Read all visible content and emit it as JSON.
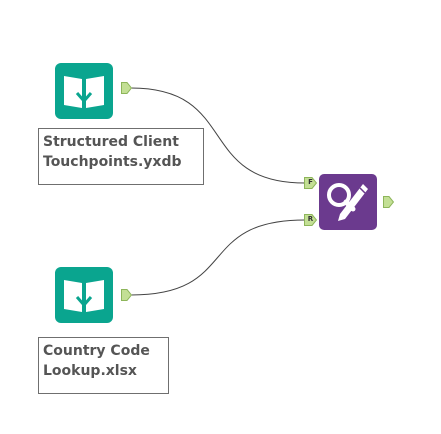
{
  "workflow": {
    "input_1": {
      "tool_icon": "input-data-book-icon",
      "annotation_line1": "Structured Client",
      "annotation_line2": "Touchpoints.yxdb"
    },
    "input_2": {
      "tool_icon": "input-data-book-icon",
      "annotation_line1": "Country Code",
      "annotation_line2": "Lookup.xlsx"
    },
    "find_replace": {
      "tool_icon": "find-replace-tool-icon",
      "input_anchor_f": "F",
      "input_anchor_r": "R"
    }
  },
  "colors": {
    "input_tool": "#0aa58f",
    "input_tool_dark": "#07806f",
    "find_replace_tool": "#6b3a8e",
    "anchor_fill": "#c3df95",
    "anchor_stroke": "#8db55a",
    "wire": "#444444"
  }
}
